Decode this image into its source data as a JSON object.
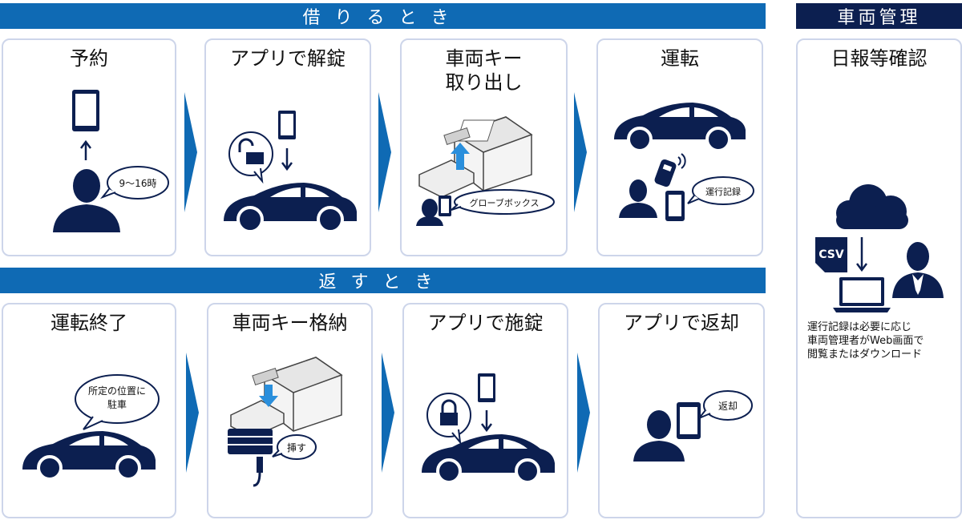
{
  "banners": {
    "borrow": "借りるとき",
    "return": "返すとき",
    "management": "車両管理"
  },
  "borrow_steps": [
    {
      "title": "予約",
      "bubble": "9〜16時"
    },
    {
      "title": "アプリで解錠"
    },
    {
      "title": "車両キー\n取り出し",
      "bubble": "グローブボックス"
    },
    {
      "title": "運転",
      "bubble": "運行記録"
    }
  ],
  "return_steps": [
    {
      "title": "運転終了",
      "bubble": "所定の位置に\n駐車"
    },
    {
      "title": "車両キー格納",
      "bubble": "挿す"
    },
    {
      "title": "アプリで施錠"
    },
    {
      "title": "アプリで返却",
      "bubble": "返却"
    }
  ],
  "management": {
    "title": "日報等確認",
    "csv_label": "CSV",
    "note": "運行記録は必要に応じ\n車両管理者がWeb画面で\n閲覧またはダウンロード"
  },
  "colors": {
    "banner_blue": "#0f6ab4",
    "navy": "#0c1f50",
    "card_border": "#cdd5ea",
    "arrow_blue": "#0f6ab4"
  }
}
